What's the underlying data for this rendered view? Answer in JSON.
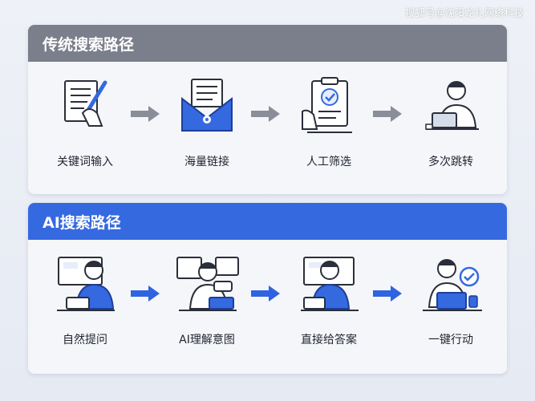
{
  "watermark": "搜狐号@沈阳龙礼网络科技",
  "colors": {
    "traditional_header": "#7b7f8c",
    "ai_header": "#3569e0",
    "gray_arrow": "#8a8e99",
    "blue_arrow": "#2f64e0"
  },
  "traditional": {
    "title": "传统搜索路径",
    "steps": [
      {
        "label": "关键词输入",
        "icon": "document-pen-icon"
      },
      {
        "label": "海量链接",
        "icon": "envelope-links-icon"
      },
      {
        "label": "人工筛选",
        "icon": "clipboard-check-icon"
      },
      {
        "label": "多次跳转",
        "icon": "person-laptop-icon"
      }
    ]
  },
  "ai": {
    "title": "AI搜索路径",
    "steps": [
      {
        "label": "自然提问",
        "icon": "person-asking-icon"
      },
      {
        "label": "AI理解意图",
        "icon": "ai-understanding-icon"
      },
      {
        "label": "直接给答案",
        "icon": "person-answer-icon"
      },
      {
        "label": "一键行动",
        "icon": "person-check-icon"
      }
    ]
  }
}
